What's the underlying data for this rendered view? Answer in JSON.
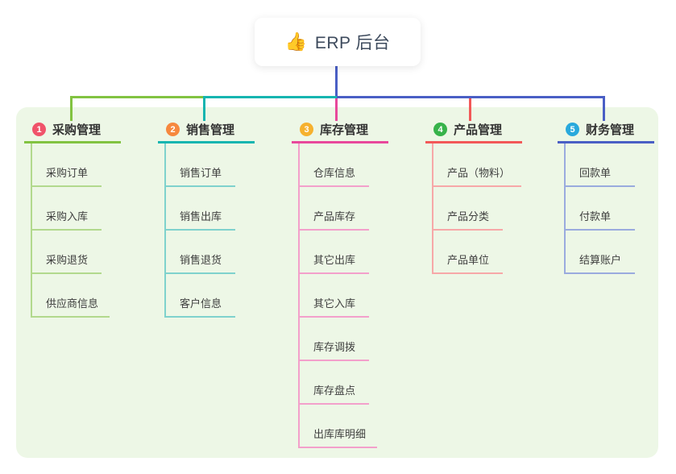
{
  "root": {
    "icon": "👍",
    "label": "ERP 后台"
  },
  "colors": {
    "panel_background": "#edf7e6",
    "root_connector": "#4a5fc5"
  },
  "branches": [
    {
      "num": "1",
      "label": "采购管理",
      "color": "#82c341",
      "light": "#b2d98d",
      "badge": "#f0536a",
      "items": [
        "采购订单",
        "采购入库",
        "采购退货",
        "供应商信息"
      ]
    },
    {
      "num": "2",
      "label": "销售管理",
      "color": "#15b5b0",
      "light": "#7fd2cd",
      "badge": "#f6883e",
      "items": [
        "销售订单",
        "销售出库",
        "销售退货",
        "客户信息"
      ]
    },
    {
      "num": "3",
      "label": "库存管理",
      "color": "#e8489b",
      "light": "#f3a0cb",
      "badge": "#f6b12e",
      "items": [
        "仓库信息",
        "产品库存",
        "其它出库",
        "其它入库",
        "库存调拨",
        "库存盘点",
        "出库库明细"
      ]
    },
    {
      "num": "4",
      "label": "产品管理",
      "color": "#f25858",
      "light": "#f7a8a8",
      "badge": "#37b34a",
      "items": [
        "产品（物料）",
        "产品分类",
        "产品单位"
      ]
    },
    {
      "num": "5",
      "label": "财务管理",
      "color": "#4a5fc5",
      "light": "#9aabde",
      "badge": "#29a9dc",
      "items": [
        "回款单",
        "付款单",
        "结算账户"
      ]
    }
  ]
}
